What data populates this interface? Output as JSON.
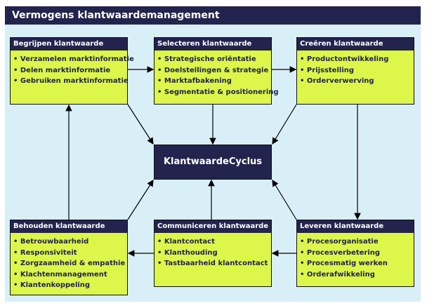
{
  "title": "Vermogens klantwaardemanagement",
  "center": "KlantwaardeCyclus",
  "boxes": {
    "begrijpen": {
      "title": "Begrijpen klantwaarde",
      "items": [
        "Verzamelen marktinformatie",
        "Delen marktinformatie",
        "Gebruiken marktinformatie"
      ]
    },
    "selecteren": {
      "title": "Selecteren klantwaarde",
      "items": [
        "Strategische oriëntatie",
        "Doelstellingen & strategie",
        "Marktafbakening",
        "Segmentatie & positionering"
      ]
    },
    "creeren": {
      "title": "Creëren klantwaarde",
      "items": [
        "Productontwikkeling",
        "Prijsstelling",
        "Orderverwerving"
      ]
    },
    "behouden": {
      "title": "Behouden klantwaarde",
      "items": [
        "Betrouwbaarheid",
        "Responsiviteit",
        "Zorgzaamheid & empathie",
        "Klachtenmanagement",
        "Klantenkoppeling"
      ]
    },
    "communiceren": {
      "title": "Communiceren klantwaarde",
      "items": [
        "Klantcontact",
        "Klanthouding",
        "Tastbaarheid klantcontact"
      ]
    },
    "leveren": {
      "title": "Leveren klantwaarde",
      "items": [
        "Procesorganisatie",
        "Procesverbetering",
        "Procesmatig werken",
        "Orderafwikkeling"
      ]
    }
  }
}
